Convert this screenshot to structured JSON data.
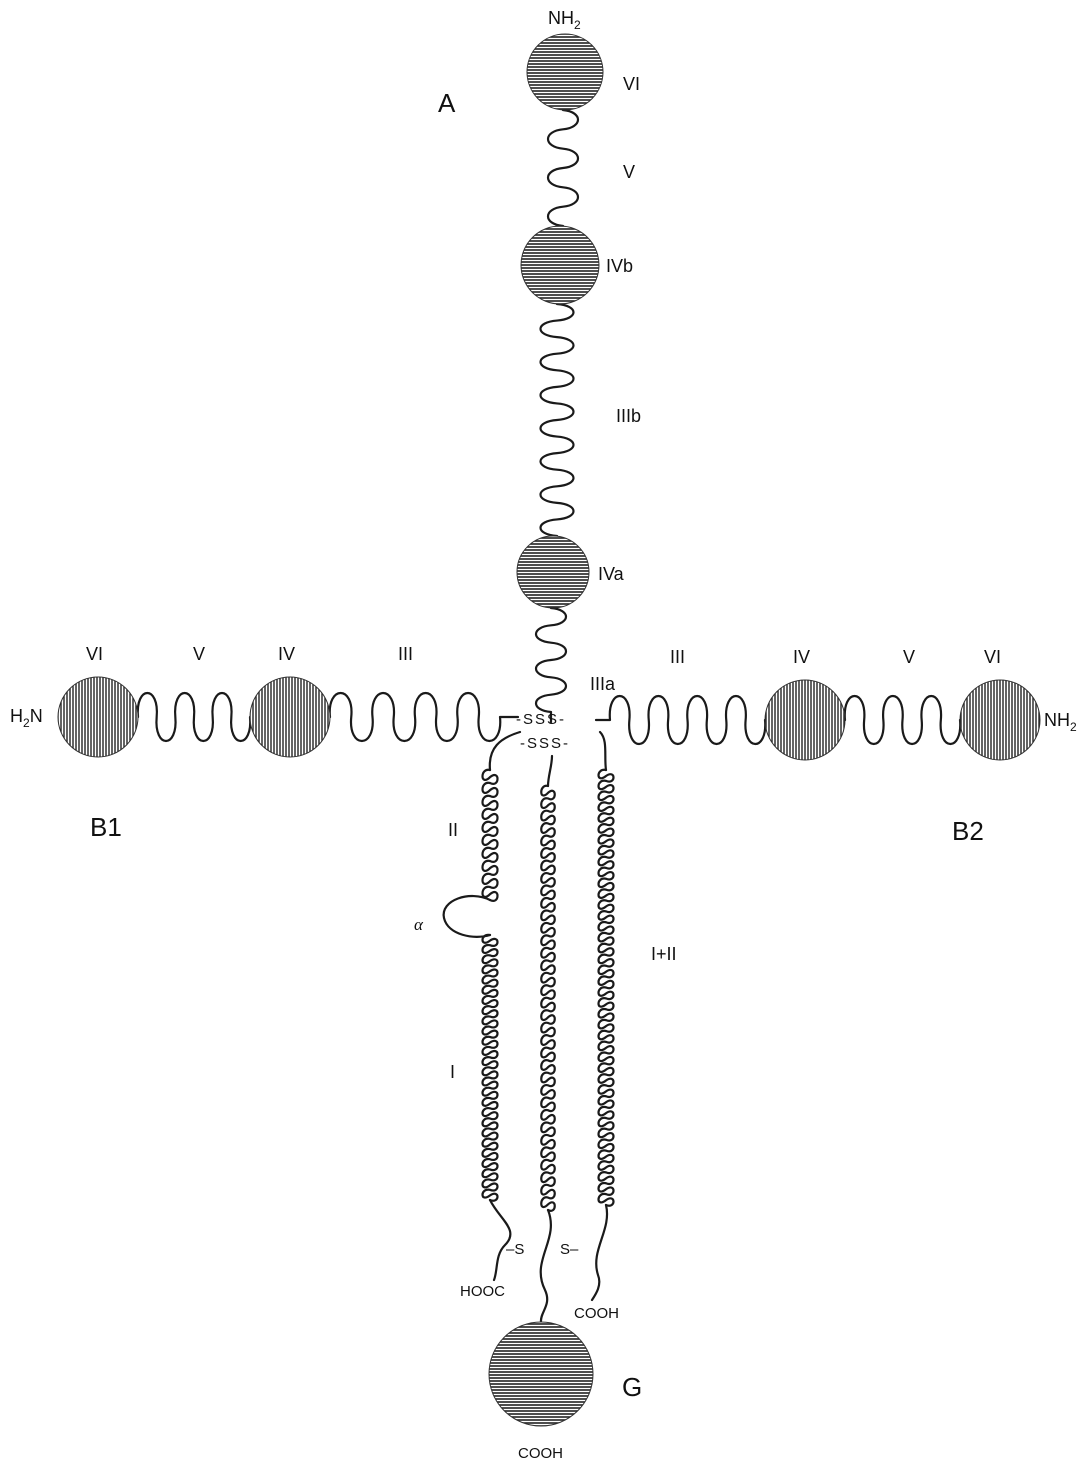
{
  "arm_labels": {
    "a": "A",
    "b1": "B1",
    "b2": "B2",
    "g": "G"
  },
  "chain_a": {
    "terminus": "NH",
    "terminus_sub": "2",
    "domains": {
      "vi": "VI",
      "v": "V",
      "ivb": "IVb",
      "iiib": "IIIb",
      "iva": "IVa",
      "iiia": "IIIa"
    }
  },
  "chain_b1": {
    "terminus": "H",
    "terminus_sub": "2",
    "terminus_tail": "N",
    "domains": {
      "vi": "VI",
      "v": "V",
      "iv": "IV",
      "iii": "III",
      "ii": "II",
      "alpha": "α",
      "i": "I"
    },
    "c_terminus": "HOOC"
  },
  "chain_b2": {
    "terminus": "NH",
    "terminus_sub": "2",
    "domains": {
      "vi": "VI",
      "v": "V",
      "iv": "IV",
      "iii": "III",
      "i_ii": "I+II"
    },
    "c_terminus": "COOH"
  },
  "disulfide": {
    "row1": "-SSS-",
    "row2": "-SSS-",
    "left_bottom": "–S",
    "right_bottom": "S–"
  },
  "globule_g": {
    "c_terminus": "COOH"
  },
  "colors": {
    "ink": "#1a1a1a",
    "hatch": "#2a2a2a"
  },
  "icons": {
    "globular-domain": "hatched-circle",
    "rod-domain": "wavy-line",
    "coiled-coil": "helical-loops"
  }
}
